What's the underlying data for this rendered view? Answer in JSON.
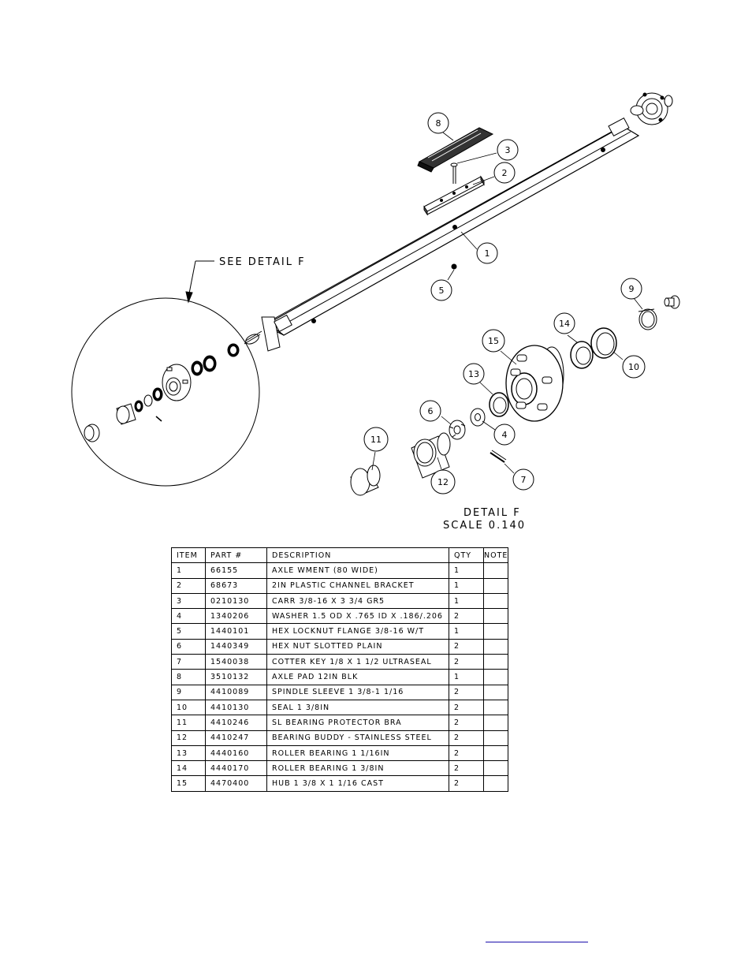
{
  "drawing": {
    "see_detail_label": "SEE DETAIL  F",
    "detail_title": "DETAIL  F",
    "detail_scale": "SCALE  0.140",
    "balloons": [
      "8",
      "3",
      "2",
      "1",
      "5",
      "9",
      "14",
      "15",
      "13",
      "10",
      "6",
      "4",
      "11",
      "12",
      "7"
    ]
  },
  "bom": {
    "headers": [
      "ITEM",
      "PART #",
      "DESCRIPTION",
      "QTY",
      "NOTE"
    ],
    "rows": [
      [
        "1",
        "66155",
        "AXLE WMENT (80 WIDE)",
        "1",
        ""
      ],
      [
        "2",
        "68673",
        "2IN PLASTIC CHANNEL BRACKET",
        "1",
        ""
      ],
      [
        "3",
        "0210130",
        "CARR 3/8-16 X 3 3/4 GR5",
        "1",
        ""
      ],
      [
        "4",
        "1340206",
        "WASHER 1.5 OD X .765 ID X .186/.206",
        "2",
        ""
      ],
      [
        "5",
        "1440101",
        "HEX LOCKNUT FLANGE 3/8-16 W/T",
        "1",
        ""
      ],
      [
        "6",
        "1440349",
        "HEX NUT SLOTTED PLAIN",
        "2",
        ""
      ],
      [
        "7",
        "1540038",
        "COTTER KEY 1/8 X 1 1/2 ULTRASEAL",
        "2",
        ""
      ],
      [
        "8",
        "3510132",
        "AXLE PAD 12IN  BLK",
        "1",
        ""
      ],
      [
        "9",
        "4410089",
        "SPINDLE SLEEVE  1 3/8-1 1/16",
        "2",
        ""
      ],
      [
        "10",
        "4410130",
        "SEAL  1 3/8IN",
        "2",
        ""
      ],
      [
        "11",
        "4410246",
        "SL BEARING PROTECTOR BRA",
        "2",
        ""
      ],
      [
        "12",
        "4410247",
        "BEARING BUDDY - STAINLESS STEEL",
        "2",
        ""
      ],
      [
        "13",
        "4440160",
        "ROLLER BEARING   1 1/16IN",
        "2",
        ""
      ],
      [
        "14",
        "4440170",
        "ROLLER BEARING   1 3/8IN",
        "2",
        ""
      ],
      [
        "15",
        "4470400",
        "HUB   1 3/8 X 1 1/16 CAST",
        "2",
        ""
      ]
    ]
  }
}
